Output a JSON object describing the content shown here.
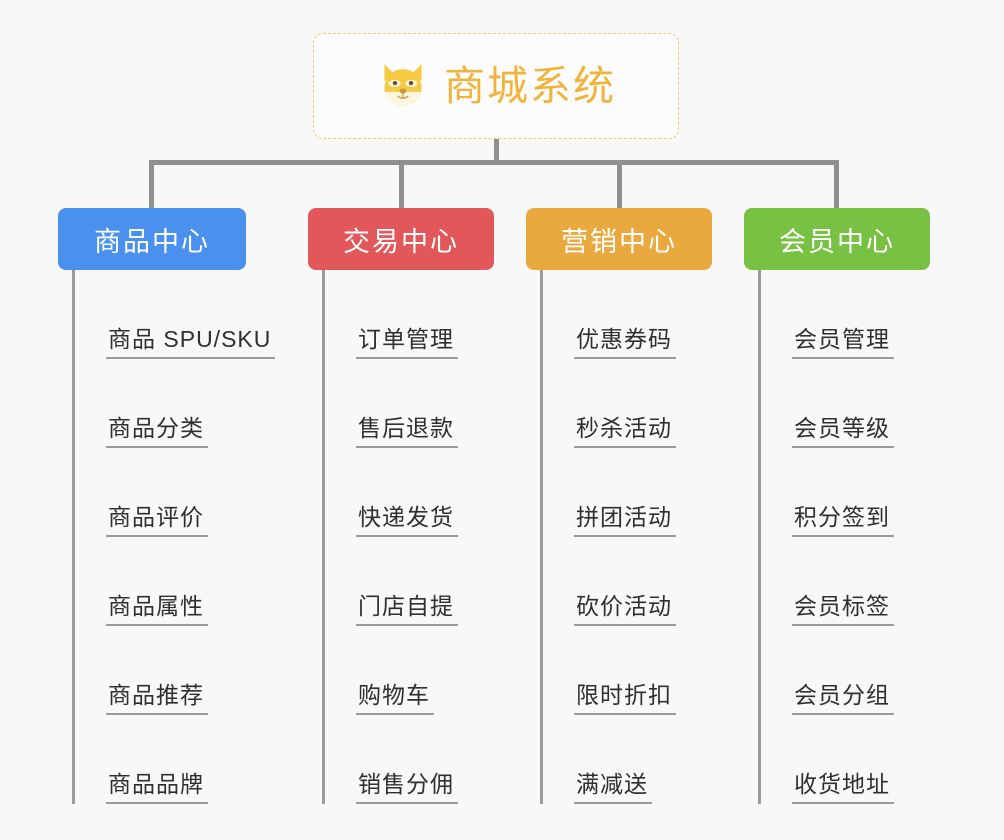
{
  "diagram": {
    "type": "mindmap",
    "background_color": "#f8f8f8",
    "connector_color": "#909090",
    "root": {
      "title": "商城系统",
      "icon": "shiba-dog-face-emoji",
      "text_color": "#f2b33d",
      "border_color": "#f0c674",
      "background_color": "#fcfcfc"
    },
    "branches": [
      {
        "label": "商品中心",
        "color": "#4a90ee",
        "items": [
          "商品 SPU/SKU",
          "商品分类",
          "商品评价",
          "商品属性",
          "商品推荐",
          "商品品牌"
        ]
      },
      {
        "label": "交易中心",
        "color": "#e2585a",
        "items": [
          "订单管理",
          "售后退款",
          "快递发货",
          "门店自提",
          "购物车",
          "销售分佣"
        ]
      },
      {
        "label": "营销中心",
        "color": "#eaa93e",
        "items": [
          "优惠券码",
          "秒杀活动",
          "拼团活动",
          "砍价活动",
          "限时折扣",
          "满减送"
        ]
      },
      {
        "label": "会员中心",
        "color": "#79c143",
        "items": [
          "会员管理",
          "会员等级",
          "积分签到",
          "会员标签",
          "会员分组",
          "收货地址"
        ]
      }
    ]
  }
}
